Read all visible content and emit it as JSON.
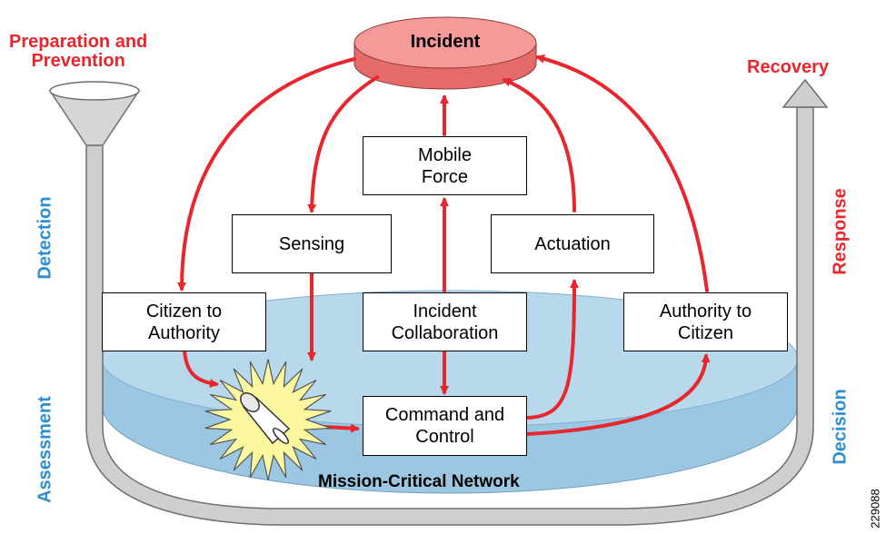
{
  "incident": "Incident",
  "phases": {
    "preparation": "Preparation and\nPrevention",
    "recovery": "Recovery",
    "detection": "Detection",
    "assessment": "Assessment",
    "response": "Response",
    "decision": "Decision"
  },
  "boxes": {
    "mobile_force": "Mobile\nForce",
    "sensing": "Sensing",
    "actuation": "Actuation",
    "citizen_to_authority": "Citizen to\nAuthority",
    "incident_collaboration": "Incident\nCollaboration",
    "authority_to_citizen": "Authority to\nCitizen",
    "command_and_control": "Command and\nControl"
  },
  "network_label": "Mission-Critical Network",
  "figure_id": "229088",
  "colors": {
    "arrow_red": "#e8262d",
    "incident_fill": "#f08a88",
    "network_fill": "#a9cfe6",
    "pipe_gray": "#c9c9c9",
    "burst_yellow": "#fbf8a0",
    "phase_red": "#e8262d",
    "phase_blue": "#2e8fcc"
  }
}
